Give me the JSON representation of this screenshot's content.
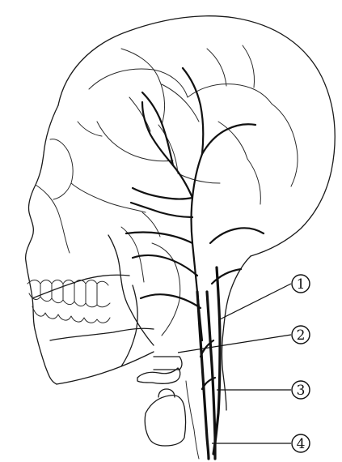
{
  "figure": {
    "subject": "lateral-head-neck-vessel-diagram",
    "labels": [
      {
        "id": "marker-1",
        "text": "1"
      },
      {
        "id": "marker-2",
        "text": "2"
      },
      {
        "id": "marker-3",
        "text": "3"
      },
      {
        "id": "marker-4",
        "text": "4"
      }
    ]
  },
  "colors": {
    "ink": "#111111",
    "background": "#ffffff"
  }
}
